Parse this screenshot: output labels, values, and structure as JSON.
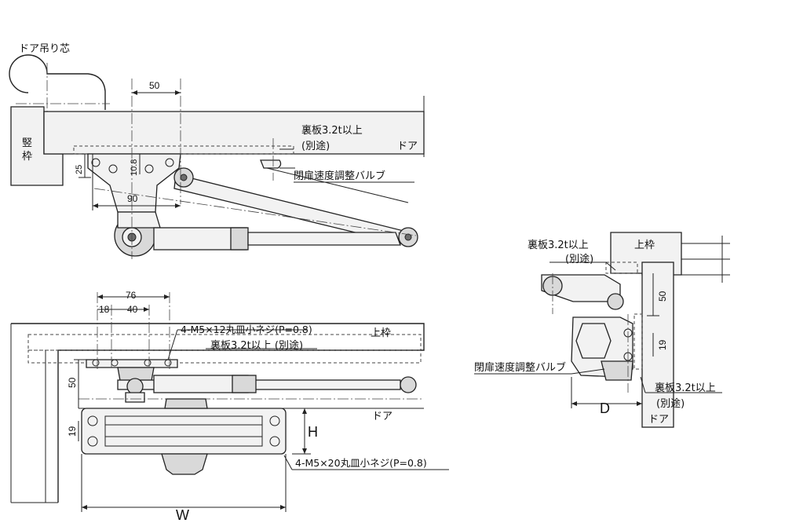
{
  "labels": {
    "door_pivot": "ドア吊り芯",
    "jamb": "竪枠",
    "door": "ドア",
    "top_frame": "上枠",
    "back_plate": "裏板3.2t以上",
    "separate": "(別途)",
    "back_plate_inline": "裏板3.2t以上 (別途)",
    "valve": "閉扉速度調整バルブ",
    "screw_upper": "4-M5×12丸皿小ネジ(P=0.8)",
    "screw_lower": "4-M5×20丸皿小ネジ(P=0.8)"
  },
  "dimensions": {
    "d50_top": "50",
    "d25": "25",
    "d108": "10.8",
    "d90": "90",
    "d76": "76",
    "d18": "18",
    "d40": "40",
    "d50_left": "50",
    "d19_left": "19",
    "H": "H",
    "W": "W",
    "d50_right": "50",
    "d19_right": "19",
    "D": "D"
  }
}
